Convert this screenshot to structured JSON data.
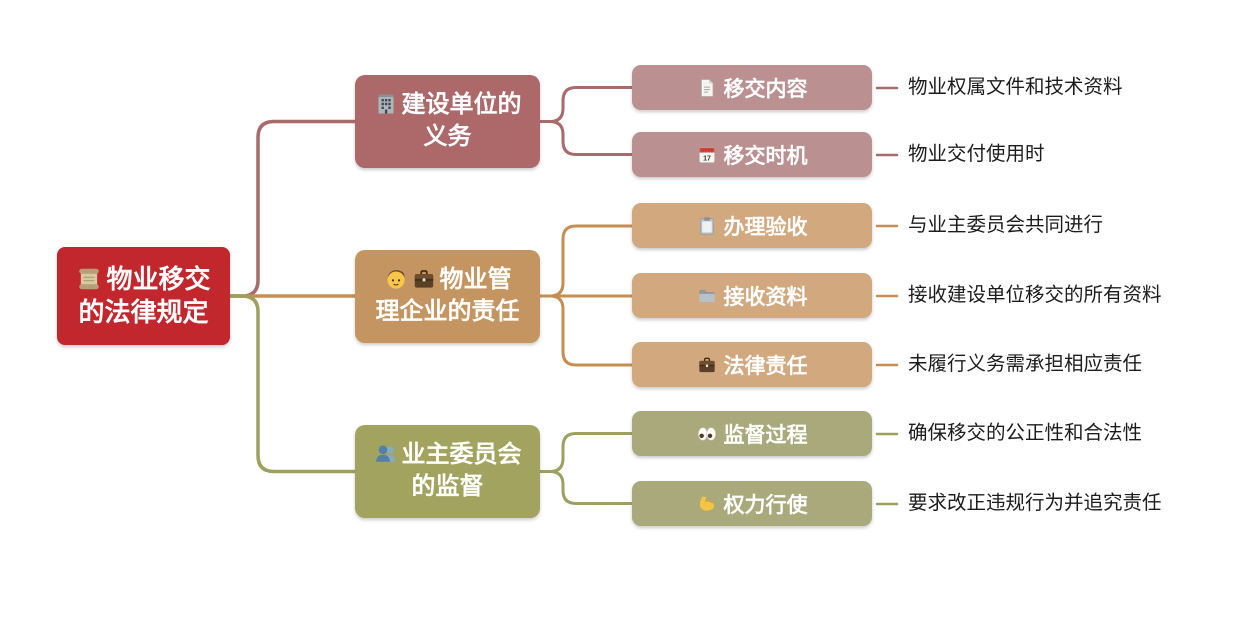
{
  "root": {
    "icon": "scroll-icon",
    "label": "物业移交的法律规定",
    "color": "#c1272d"
  },
  "branches": [
    {
      "icon": "office-building-icon",
      "label": "建设单位的义务",
      "color": "#ad686a",
      "child_color": "#ba9090",
      "children": [
        {
          "icon": "page-facing-up-icon",
          "label": "移交内容",
          "detail": "物业权属文件和技术资料"
        },
        {
          "icon": "calendar-icon",
          "icon_text": "17",
          "label": "移交时机",
          "detail": "物业交付使用时"
        }
      ]
    },
    {
      "icon": "man-office-worker-icon",
      "label": "物业管理企业的责任",
      "color": "#c49561",
      "child_color": "#d2a87f",
      "children": [
        {
          "icon": "clipboard-icon",
          "label": "办理验收",
          "detail": "与业主委员会共同进行"
        },
        {
          "icon": "folder-icon",
          "label": "接收资料",
          "detail": "接收建设单位移交的所有资料"
        },
        {
          "icon": "briefcase-icon",
          "label": "法律责任",
          "detail": "未履行义务需承担相应责任"
        }
      ]
    },
    {
      "icon": "busts-in-silhouette-icon",
      "label": "业主委员会的监督",
      "color": "#a2a35e",
      "child_color": "#aaa97c",
      "children": [
        {
          "icon": "eyes-icon",
          "label": "监督过程",
          "detail": "确保移交的公正性和合法性"
        },
        {
          "icon": "flexed-biceps-icon",
          "label": "权力行使",
          "detail": "要求改正违规行为并追究责任"
        }
      ]
    }
  ]
}
